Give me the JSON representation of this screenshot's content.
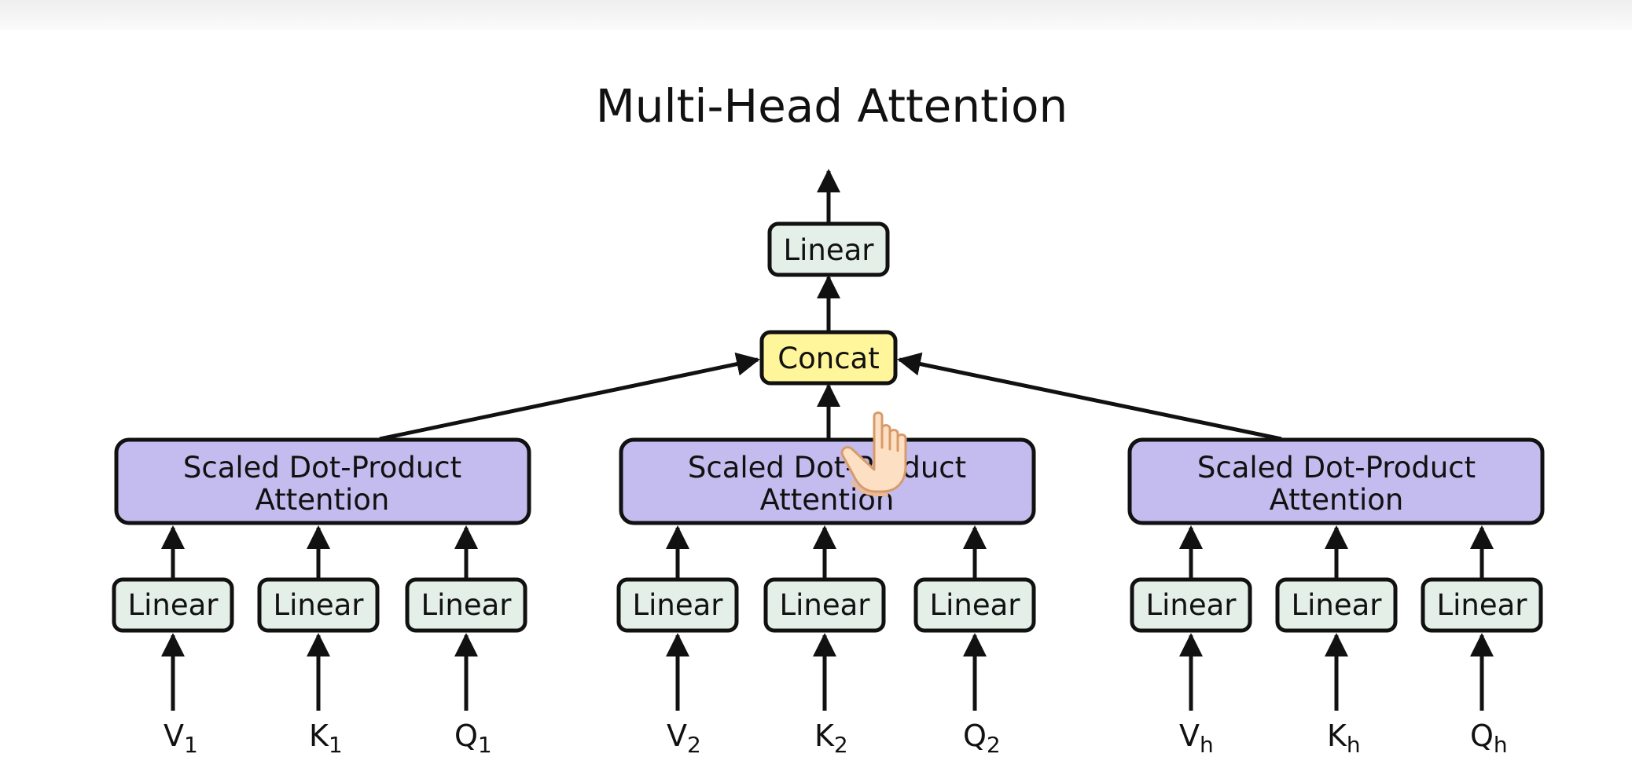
{
  "title": "Multi-Head Attention",
  "top_linear": {
    "label": "Linear"
  },
  "concat": {
    "label": "Concat",
    "color": "#fff59a"
  },
  "colors": {
    "linear_fill": "#e4efe7",
    "attention_fill": "#c4bcee",
    "concat_fill": "#fff59a",
    "stroke": "#111111"
  },
  "heads": [
    {
      "attention_line1": "Scaled Dot-Product",
      "attention_line2": "Attention",
      "linears": [
        "Linear",
        "Linear",
        "Linear"
      ],
      "inputs": [
        {
          "letter": "V",
          "sub": "1"
        },
        {
          "letter": "K",
          "sub": "1"
        },
        {
          "letter": "Q",
          "sub": "1"
        }
      ]
    },
    {
      "attention_line1": "Scaled Dot-Product",
      "attention_line2": "Attention",
      "linears": [
        "Linear",
        "Linear",
        "Linear"
      ],
      "inputs": [
        {
          "letter": "V",
          "sub": "2"
        },
        {
          "letter": "K",
          "sub": "2"
        },
        {
          "letter": "Q",
          "sub": "2"
        }
      ]
    },
    {
      "attention_line1": "Scaled Dot-Product",
      "attention_line2": "Attention",
      "linears": [
        "Linear",
        "Linear",
        "Linear"
      ],
      "inputs": [
        {
          "letter": "V",
          "sub": "h"
        },
        {
          "letter": "K",
          "sub": "h"
        },
        {
          "letter": "Q",
          "sub": "h"
        }
      ]
    }
  ],
  "cursor_icon": "hand-pointer-icon"
}
